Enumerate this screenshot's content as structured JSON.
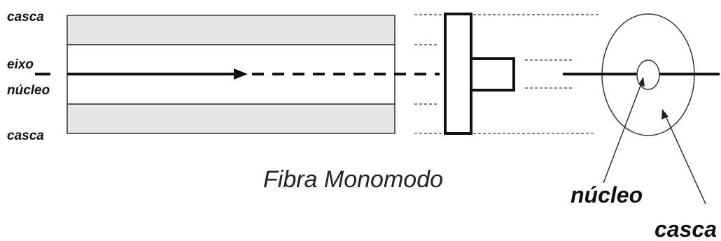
{
  "labels": {
    "casca_top": "casca",
    "eixo": "eixo",
    "nucleo_left": "núcleo",
    "casca_bottom": "casca",
    "title": "Fibra Monomodo",
    "nucleo_right": "núcleo",
    "casca_right": "casca"
  },
  "colors": {
    "cladding_fill": "#e6e6e6",
    "stroke": "#222222",
    "background": "#ffffff"
  }
}
